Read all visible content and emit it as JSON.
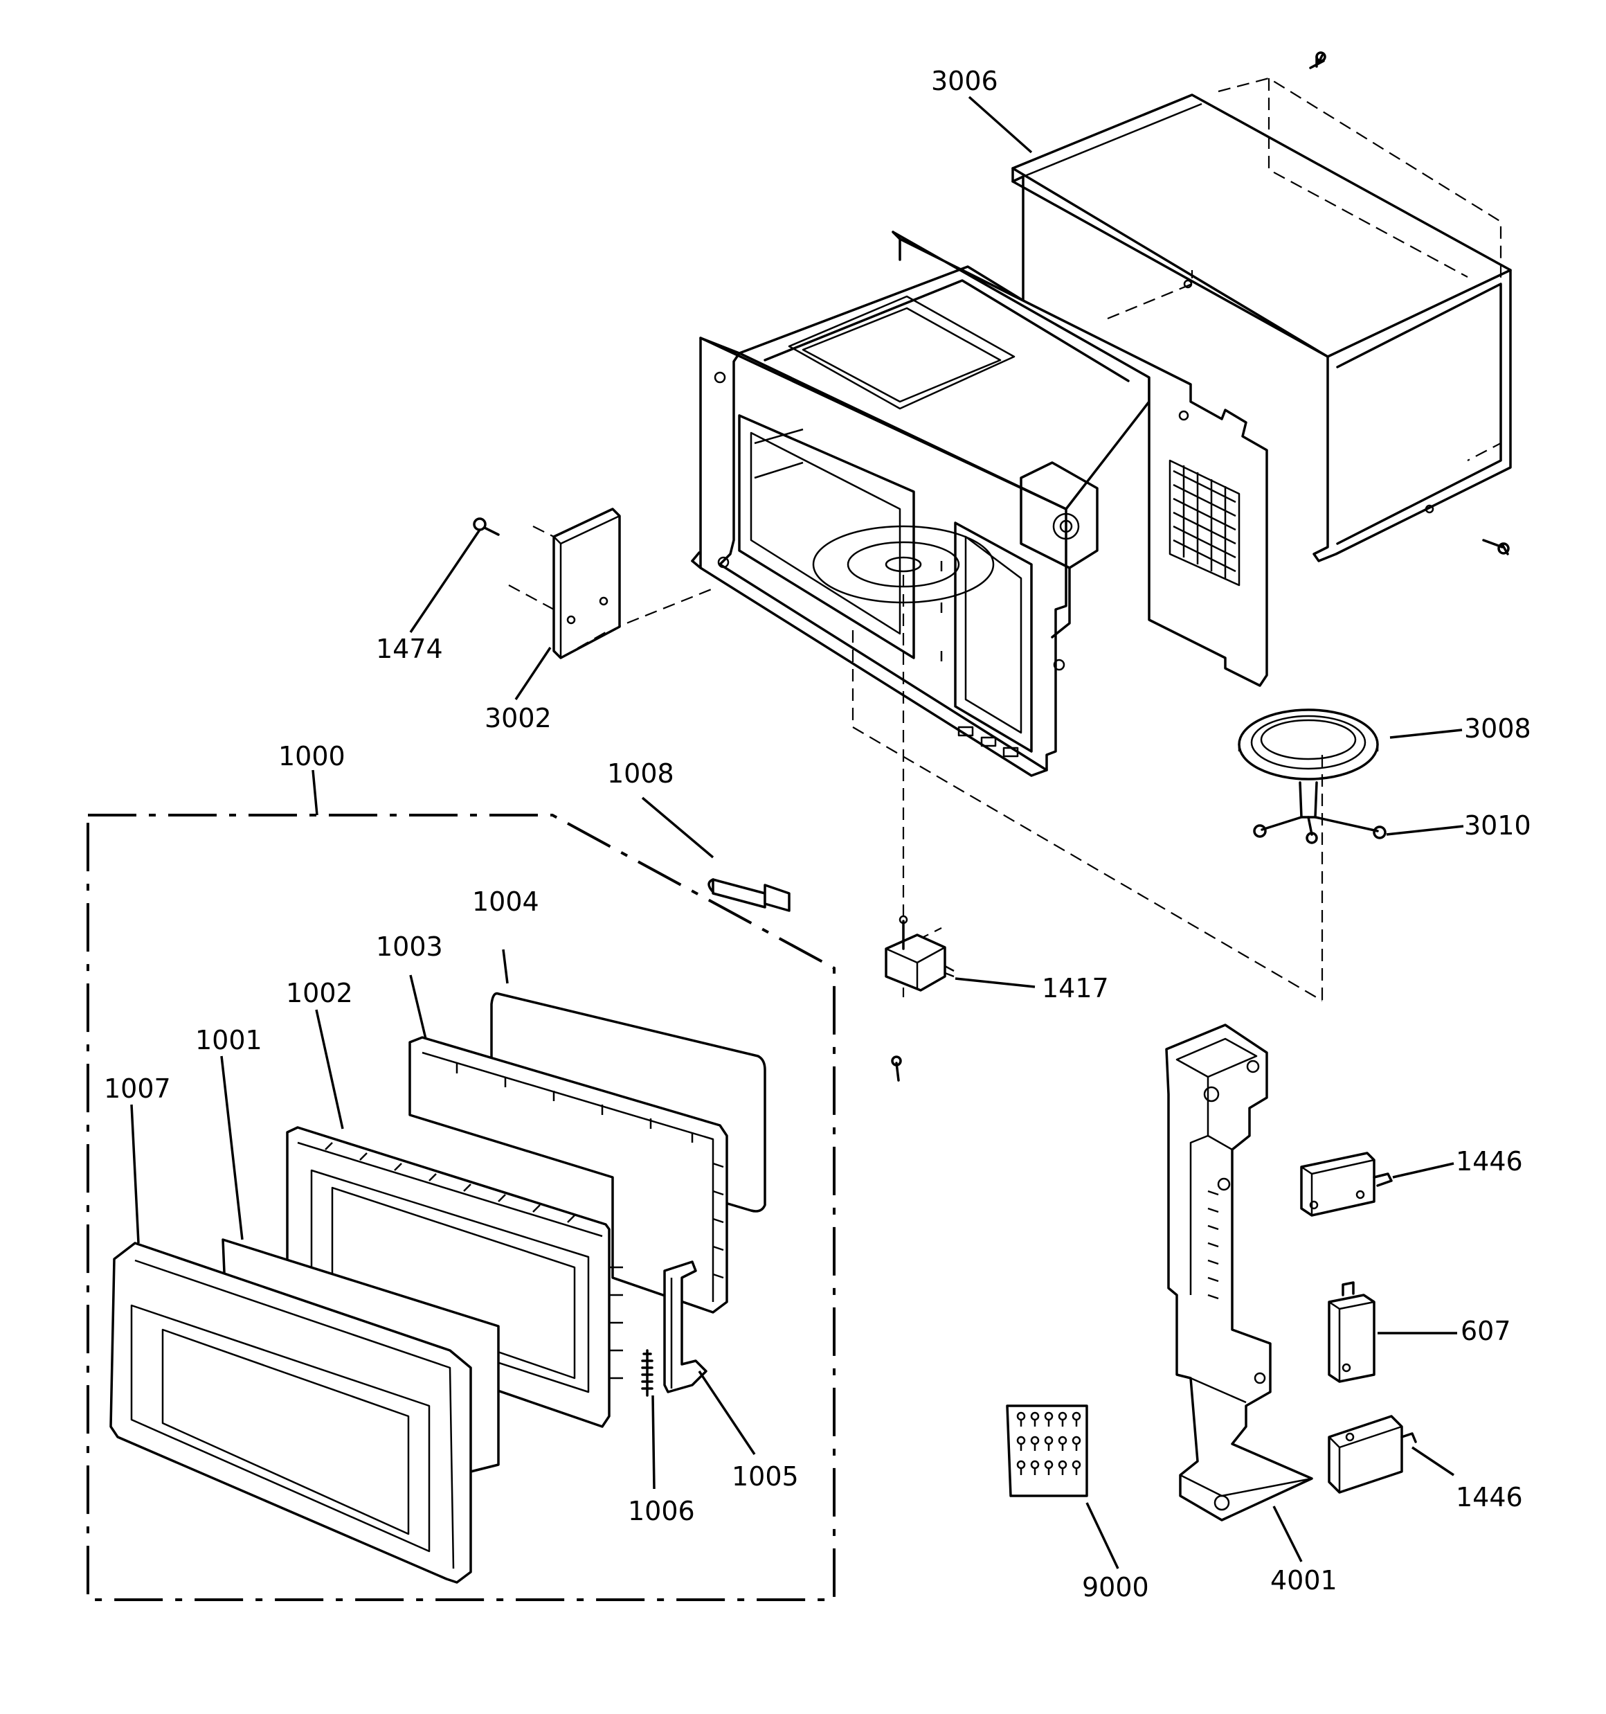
{
  "callouts": {
    "c3006": "3006",
    "c1474": "1474",
    "c3002": "3002",
    "c1000": "1000",
    "c1008": "1008",
    "c3008": "3008",
    "c3010": "3010",
    "c1004": "1004",
    "c1003": "1003",
    "c1002": "1002",
    "c1001": "1001",
    "c1007": "1007",
    "c1417": "1417",
    "c1446a": "1446",
    "c607": "607",
    "c1446b": "1446",
    "c1005": "1005",
    "c1006": "1006",
    "c9000": "9000",
    "c4001": "4001"
  }
}
